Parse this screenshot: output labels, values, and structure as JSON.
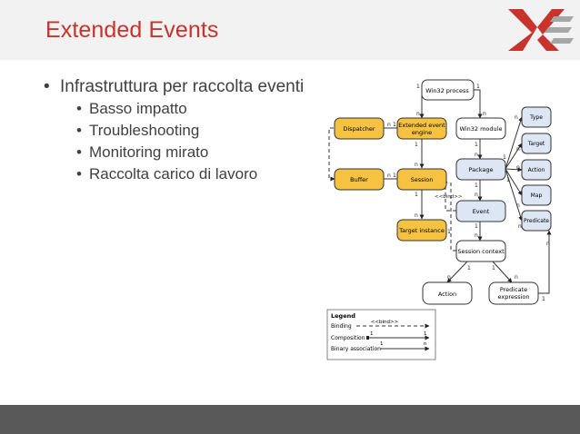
{
  "slide": {
    "title": "Extended Events",
    "bullets": [
      {
        "text": "Infrastruttura per raccolta eventi",
        "level": 1
      },
      {
        "text": "Basso impatto",
        "level": 2
      },
      {
        "text": "Troubleshooting",
        "level": 2
      },
      {
        "text": "Monitoring mirato",
        "level": 2
      },
      {
        "text": "Raccolta carico di lavoro",
        "level": 2
      }
    ]
  },
  "logo": {
    "icon": "xe-logo-icon",
    "colors": {
      "red": "#c8332b",
      "grey": "#a6a6a6"
    }
  },
  "diagram": {
    "colors": {
      "orange": "#f5c242",
      "blue": "#dce6f5",
      "white": "#ffffff",
      "stroke": "#333333"
    },
    "nodes": {
      "win32_process": "Win32 process",
      "win32_module": "Win32 module",
      "dispatcher": "Dispatcher",
      "xe_engine_l1": "Extended event",
      "xe_engine_l2": "engine",
      "buffer": "Buffer",
      "session": "Session",
      "target_instance": "Target instance",
      "package": "Package",
      "event": "Event",
      "session_context": "Session context",
      "action": "Action",
      "pred_expr_l1": "Predicate",
      "pred_expr_l2": "expression",
      "type": "Type",
      "target": "Target",
      "action_small": "Action",
      "map": "Map",
      "predicate": "Predicate"
    },
    "labels": {
      "one": "1",
      "many": "n",
      "bind": "<<bind>>"
    },
    "legend": {
      "title": "Legend",
      "bind_label": "<<bind>>",
      "binding": "Binding",
      "composition": "Composition",
      "binary": "Binary association",
      "one": "1",
      "many": "n"
    }
  }
}
